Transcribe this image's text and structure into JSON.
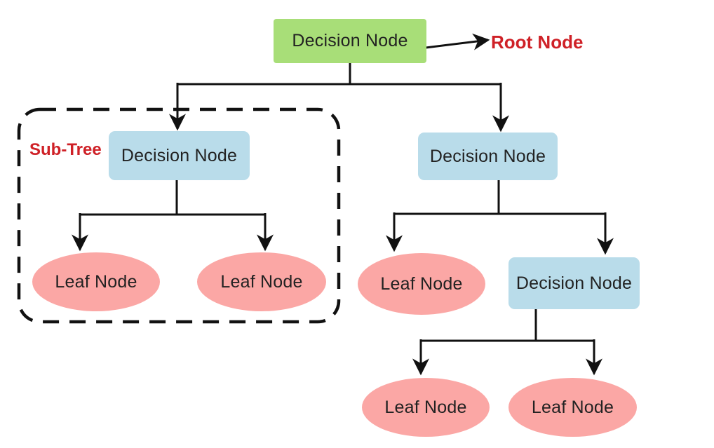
{
  "diagram": {
    "type": "decision-tree",
    "background": "#ffffff",
    "colors": {
      "root_node_fill": "#a8de78",
      "decision_node_fill": "#b9dcea",
      "leaf_node_fill": "#fba7a5",
      "annotation_text": "#cf2127",
      "node_text": "#222222",
      "connector_line": "#111111",
      "subtree_border": "#111111"
    },
    "nodes": {
      "root": "Decision Node",
      "subtree_decision": "Decision Node",
      "subtree_leaf_left": "Leaf Node",
      "subtree_leaf_right": "Leaf Node",
      "right_decision": "Decision Node",
      "right_leaf": "Leaf Node",
      "right_decision_2": "Decision Node",
      "bottom_leaf_left": "Leaf Node",
      "bottom_leaf_right": "Leaf Node"
    },
    "annotations": {
      "root_label": "Root Node",
      "subtree_label": "Sub-Tree"
    },
    "hierarchy": {
      "label": "Decision Node",
      "role": "root",
      "children": [
        {
          "label": "Decision Node",
          "role": "decision",
          "in_subtree": true,
          "children": [
            {
              "label": "Leaf Node",
              "role": "leaf",
              "in_subtree": true
            },
            {
              "label": "Leaf Node",
              "role": "leaf",
              "in_subtree": true
            }
          ]
        },
        {
          "label": "Decision Node",
          "role": "decision",
          "children": [
            {
              "label": "Leaf Node",
              "role": "leaf"
            },
            {
              "label": "Decision Node",
              "role": "decision",
              "children": [
                {
                  "label": "Leaf Node",
                  "role": "leaf"
                },
                {
                  "label": "Leaf Node",
                  "role": "leaf"
                }
              ]
            }
          ]
        }
      ]
    }
  }
}
